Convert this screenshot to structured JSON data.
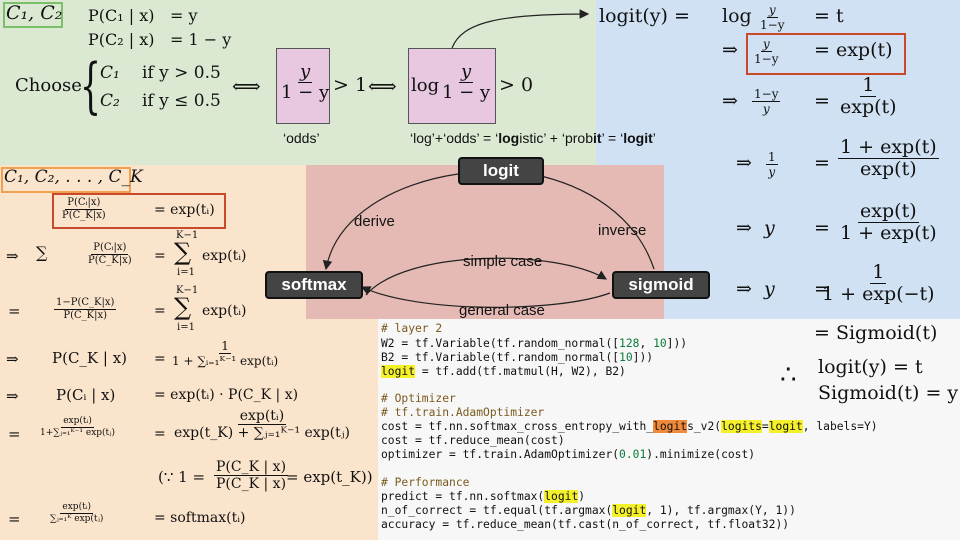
{
  "green": {
    "classes": "C₁, C₂",
    "p1_left": "P(C₁ | x)",
    "p1_right": "= y",
    "p2_left": "P(C₂ | x)",
    "p2_right": "= 1 − y",
    "choose": "Choose",
    "case1_class": "C₁",
    "case1_cond": "if y > 0.5",
    "case2_class": "C₂",
    "case2_cond": "if y ≤ 0.5",
    "iff": "⟺",
    "odds_num": "y",
    "odds_den": "1 − y",
    "gt1": "> 1",
    "log_word": "log",
    "gt0": "> 0",
    "odds_caption": "‘odds’",
    "caption_a": "‘log’+‘odds’ =  ‘",
    "caption_b": "log",
    "caption_c": "istic’ + ‘prob",
    "caption_d": "it",
    "caption_e": "’ = ‘",
    "caption_f": "logit",
    "caption_g": "’"
  },
  "blue": {
    "r1_a": "logit(y) =",
    "r1_log": "log",
    "r1_num": "y",
    "r1_den": "1−y",
    "r1_rhs": "= t",
    "r2_num": "y",
    "r2_den": "1−y",
    "r2_rhs": "= exp(t)",
    "r3_num": "1−y",
    "r3_den": "y",
    "r3_rnum": "1",
    "r3_rden": "exp(t)",
    "r4_num": "1",
    "r4_den": "y",
    "r4_rnum": "1 + exp(t)",
    "r4_rden": "exp(t)",
    "r5_y": "y",
    "r5_rnum": "exp(t)",
    "r5_rden": "1 + exp(t)",
    "r6_y": "y",
    "r6_rnum": "1",
    "r6_rden": "1 + exp(−t)",
    "r7": "= Sigmoid(t)",
    "therefore": "∴",
    "c1": "logit(y) = t",
    "c2": "Sigmoid(t) = y",
    "implies": "⇒",
    "eq": "="
  },
  "peach": {
    "classes": "C₁, C₂, . . . , C_K",
    "r1_num": "P(Cᵢ|x)",
    "r1_den": "P(C_K|x)",
    "r1_rhs": "= exp(tᵢ)",
    "r2_sum": "∑",
    "r2_lim": "K−1 / i=1",
    "r2_num": "P(Cᵢ|x)",
    "r2_den": "P(C_K|x)",
    "r2_rhs_sum": "∑",
    "r2_rhs_top": "K−1",
    "r2_rhs_bot": "i=1",
    "r2_rhs": "exp(tᵢ)",
    "r3_num": "1−P(C_K|x)",
    "r3_den": "P(C_K|x)",
    "r4_lhs": "P(C_K | x)",
    "r4_num": "1",
    "r4_den": "1 + ∑ᵢ₌₁ᴷ⁻¹ exp(tᵢ)",
    "r5_lhs": "P(Cᵢ | x)",
    "r5_rhs": "= exp(tᵢ) · P(C_K | x)",
    "r6_num": "exp(tᵢ)",
    "r6_den": "1+∑ⱼ₌₁ᴷ⁻¹ exp(tⱼ)",
    "r6_rnum": "exp(tᵢ)",
    "r6_rden": "exp(t_K) + ∑ⱼ₌₁ᴷ⁻¹ exp(tⱼ)",
    "r7_pre": "(∵ 1 =",
    "r7_num": "P(C_K | x)",
    "r7_den": "P(C_K | x)",
    "r7_post": "= exp(t_K))",
    "r8_num": "exp(tᵢ)",
    "r8_den": "∑ⱼ₌₁ᴷ exp(tⱼ)",
    "r8_rhs": "= softmax(tᵢ)",
    "implies": "⇒",
    "eq": "="
  },
  "diagram": {
    "nodes": {
      "logit": "logit",
      "softmax": "softmax",
      "sigmoid": "sigmoid"
    },
    "edges": {
      "derive": "derive",
      "inverse": "inverse",
      "simple": "simple case",
      "general": "general case"
    }
  },
  "code": {
    "l1": "# layer 2",
    "l2": "W2 = tf.Variable(tf.random_normal([128, 10]))",
    "l3": "B2 = tf.Variable(tf.random_normal([10]))",
    "l4_hl": "logit",
    "l4": " = tf.add(tf.matmul(H, W2), B2)",
    "l5": "# Optimizer",
    "l6": "# tf.train.AdamOptimizer",
    "l7_a": "cost = tf.nn.softmax_cross_entropy_with_",
    "l7_hlo": "logit",
    "l7_b": "s_v2(",
    "l7_hl1": "logits",
    "l7_c": "=",
    "l7_hl2": "logit",
    "l7_d": ", labels=Y)",
    "l8": "cost = tf.reduce_mean(cost)",
    "l9_a": "optimizer = tf.train.AdamOptimizer(",
    "l9_num": "0.01",
    "l9_b": ").minimize(cost)",
    "l10": "# Performance",
    "l11_a": "predict = tf.nn.softmax(",
    "l11_hl": "logit",
    "l11_b": ")",
    "l12_a": "n_of_correct = tf.equal(tf.argmax(",
    "l12_hl": "logit",
    "l12_b": ", 1), tf.argmax(Y, 1))",
    "l13": "accuracy = tf.reduce_mean(tf.cast(n_of_correct, tf.float32))"
  }
}
